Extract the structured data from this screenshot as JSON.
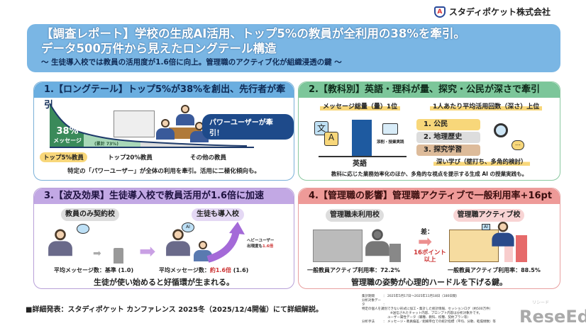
{
  "company": {
    "name": "スタディポケット株式会社",
    "logo_mark": "A"
  },
  "banner": {
    "title_line1": "【調査レポート】学校の生成AI活用、トップ5%の教員が全利用の38%を牽引。",
    "title_line2": "データ500万件から見えたロングテール構造",
    "subtitle": "～ 生徒導入校では教員の活用度が1.6倍に向上。管理職のアクティブ化が組織浸透の鍵 ～"
  },
  "panel1": {
    "title": "1.【ロングテール】トップ5%が38%を創出、先行者が牽引",
    "share": "38%",
    "share_label": "メッセージ",
    "cumulative": "(累計 73%)",
    "callout": "パワーユーザーが牽引！",
    "seg_labels": [
      "トップ5%教員",
      "トップ20%教員",
      "その他の教員"
    ],
    "caption": "特定の「パワーユーザー」が全体の利用を牽引。活用に二極化傾向も。",
    "color": "#3a8a5a"
  },
  "panel2": {
    "title": "2.【教科別】英語・理科が量、探究・公民が深さで牽引",
    "volume_heading": "メッセージ総量（量）1位",
    "volume_subject": "英語",
    "side_label": "添削・授業実践",
    "depth_heading": "1人あたり平均活用回数（深さ）上位",
    "ranking": [
      "1. 公民",
      "2. 地理歴史",
      "3. 探究学習"
    ],
    "depth_note": "深い学び（壁打ち、多角的検討）",
    "caption": "教科に応じた業務効率化のほか、多角的な視点を提示する生成 AI の授業実践も。"
  },
  "panel3": {
    "title": "3.【波及効果】生徒導入校で教員活用が1.6倍に加速",
    "left_label": "教員のみ契約校",
    "right_label": "生徒も導入校",
    "left_metric": "平均メッセージ数：基準 (1.0)",
    "right_metric_prefix": "平均メッセージ数：",
    "right_metric_value": "約1.6倍",
    "right_metric_suffix": " (1.6)",
    "heavy_line1": "ヘビーユーザー",
    "heavy_line2_prefix": "出現度も",
    "heavy_line2_value": "1.6倍",
    "ai_badge": "AI",
    "caption": "生徒が使い始めると好循環が生まれる。",
    "values": [
      1.0,
      1.6
    ]
  },
  "panel4": {
    "title": "4.【管理職の影響】管理職アクティブで一般利用率+16pt",
    "left_label": "管理職未利用校",
    "right_label": "管理職アクティブ校",
    "diff_label": "差：",
    "diff_value_line1": "16ポイント",
    "diff_value_line2": "以上",
    "left_metric": "一般教員アクティブ利用率：72.2%",
    "right_metric": "一般教員アクティブ利用率：88.5%",
    "ai_badge": "AI",
    "caption": "管理職の姿勢が心理的ハードルを下げる鍵。",
    "values": [
      72.2,
      88.5
    ]
  },
  "footer": {
    "announcement": "■詳細発表：スタディポケット カンファレンス 2025冬（2025/12/4開催）にて詳細解説。",
    "notes": [
      [
        "集計期間",
        "：",
        "2025年5月17日～2025年11月18日（180日間）"
      ],
      [
        "分析対象データ",
        "：",
        "特定の個人を識別できない形式に加工・集計した統計情報、セッションログ（約500万件）"
      ],
      [
        "",
        "",
        "※送信されたチャット内容、プロンプト内容は分析対象外です。"
      ],
      [
        "",
        "",
        "ユーザー属性データ（職種、教科、校種、契約プラン等）"
      ],
      [
        "分析手法",
        "：",
        "メッセージ・教員偏差／組織単位での統計指標（平均、分散、乾燥傾数）等"
      ]
    ],
    "watermark": "ReseEd",
    "watermark_sub": "リシード"
  }
}
